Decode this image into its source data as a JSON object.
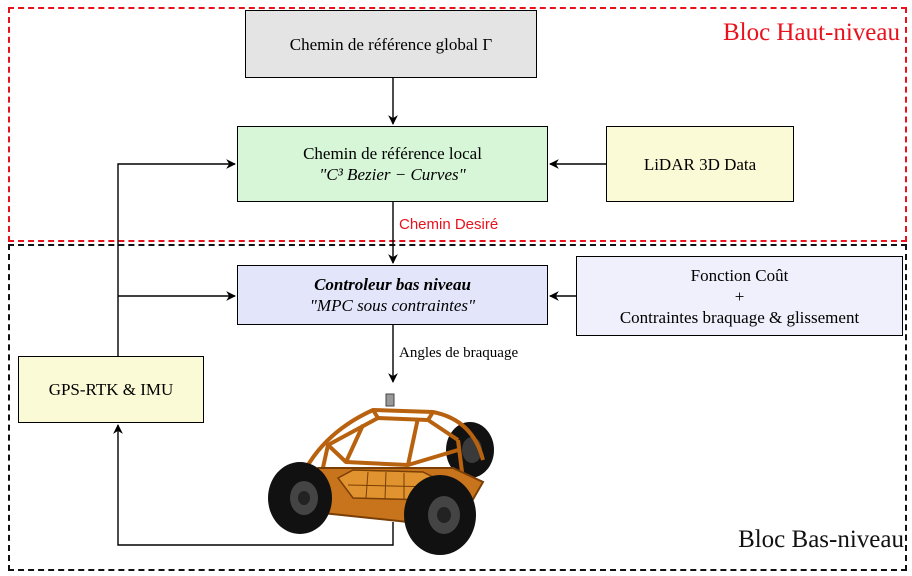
{
  "regions": {
    "high_level": {
      "title": "Bloc Haut-niveau",
      "color": "#e8121d"
    },
    "low_level": {
      "title": "Bloc Bas-niveau",
      "color": "#111111"
    }
  },
  "blocks": {
    "global_path": {
      "text": "Chemin de référence global Γ",
      "color": "#e4e4e4"
    },
    "local_path": {
      "line1": "Chemin de référence local",
      "line2": "\"C³ Bezier − Curves\"",
      "color": "#d6f6d7"
    },
    "lidar": {
      "text": "LiDAR 3D Data",
      "color": "#fbfad6"
    },
    "controller": {
      "line1": "Controleur bas niveau",
      "line2": "\"MPC sous contraintes\"",
      "color": "#e3e5fb"
    },
    "cost_function": {
      "line1": "Fonction Coût",
      "line2": "+",
      "line3": "Contraintes braquage & glissement",
      "color": "#f0f0fc"
    },
    "gps_imu": {
      "text": "GPS-RTK & IMU",
      "color": "#fbfad6"
    }
  },
  "edge_labels": {
    "desired_path": "Chemin Desiré",
    "steering_angles": "Angles de braquage"
  },
  "icons": {
    "vehicle": "buggy-vehicle-icon"
  }
}
